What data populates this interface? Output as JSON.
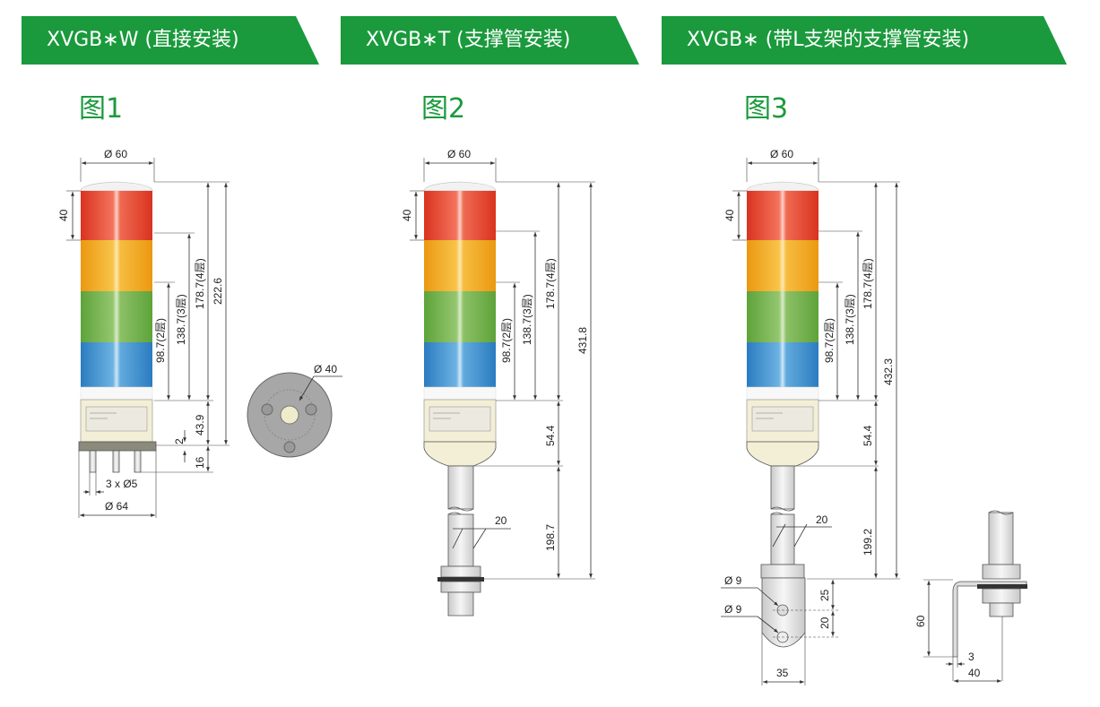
{
  "banners": [
    "XVGB∗W (直接安装)",
    "XVGB∗T (支撑管安装)",
    "XVGB∗ (带L支架的支撑管安装)"
  ],
  "figures": [
    "图1",
    "图2",
    "图3"
  ],
  "colors": {
    "accent": "#1a9a3c",
    "red": "#e8452c",
    "orange": "#f3a81e",
    "green": "#6fb04a",
    "blue": "#3c8fcf"
  },
  "fig1": {
    "d60": "Ø 60",
    "h40": "40",
    "h2": "98.7(2层)",
    "h3": "138.7(3层)",
    "h4": "178.7(4层)",
    "total": "222.6",
    "base": "43.9",
    "gap": "2",
    "pin": "16",
    "pins": "3 x Ø5",
    "base_d": "Ø 64",
    "bottom_d": "Ø 40"
  },
  "fig2": {
    "d60": "Ø 60",
    "h40": "40",
    "h2": "98.7(2层)",
    "h3": "138.7(3层)",
    "h4": "178.7(4层)",
    "total": "431.8",
    "neck": "54.4",
    "tube": "198.7",
    "tube_d": "20"
  },
  "fig3": {
    "d60": "Ø 60",
    "h40": "40",
    "h2": "98.7(2层)",
    "h3": "138.7(3层)",
    "h4": "178.7(4层)",
    "total": "432.3",
    "neck": "54.4",
    "tube": "199.2",
    "tube_d": "20",
    "hole1": "Ø 9",
    "hole2": "Ø 9",
    "hole_sp1": "25",
    "hole_sp2": "20",
    "bracket_w": "35",
    "side_h": "60",
    "side_t": "3",
    "side_w": "40"
  }
}
